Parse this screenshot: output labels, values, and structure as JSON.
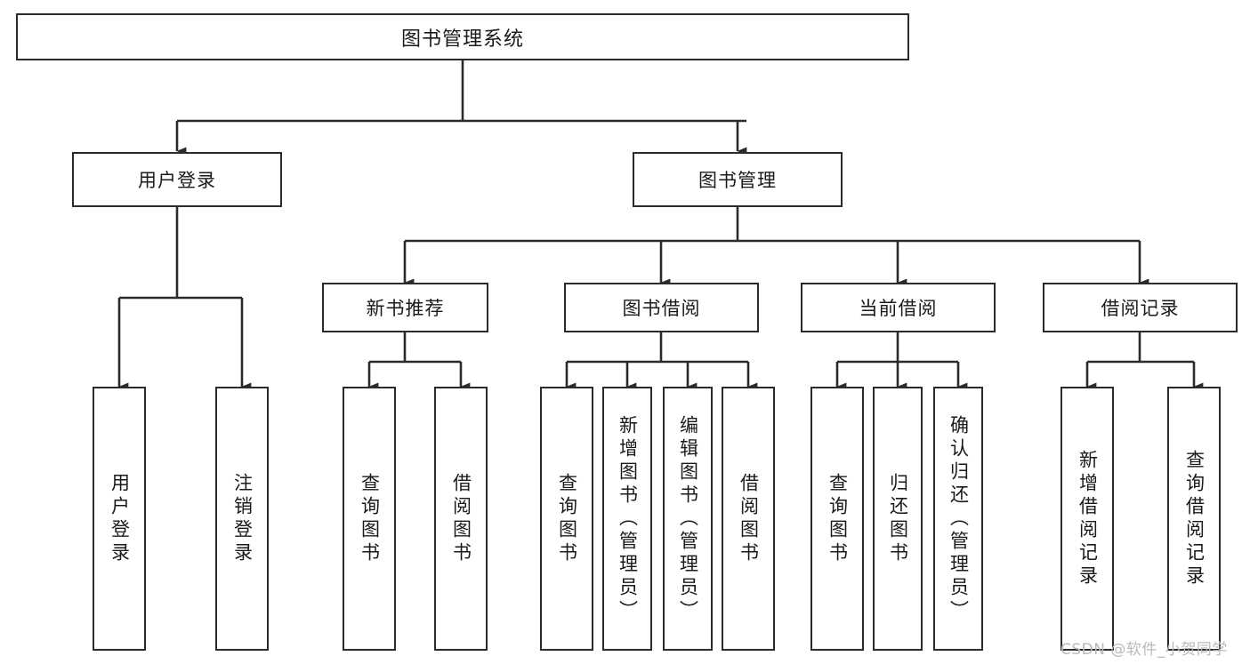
{
  "diagram": {
    "title": "图书管理系统",
    "colors": {
      "box_border": "#2b2b2b",
      "box_fill": "#ffffff",
      "line": "#2b2b2b",
      "text": "#1a1a1a",
      "watermark": "#b9b9b9"
    },
    "root": {
      "id": "root",
      "label": "图书管理系统"
    },
    "level2": [
      {
        "id": "user-login",
        "label": "用户登录"
      },
      {
        "id": "book-manage",
        "label": "图书管理"
      }
    ],
    "level3": [
      {
        "id": "new-book-recommend",
        "label": "新书推荐"
      },
      {
        "id": "book-borrow",
        "label": "图书借阅"
      },
      {
        "id": "current-borrow",
        "label": "当前借阅"
      },
      {
        "id": "borrow-record",
        "label": "借阅记录"
      }
    ],
    "leaves": [
      {
        "id": "leaf-user-login",
        "parent": "user-login",
        "label": "用户登录"
      },
      {
        "id": "leaf-logout-login",
        "parent": "user-login",
        "label": "注销登录"
      },
      {
        "id": "leaf-query-book-1",
        "parent": "new-book-recommend",
        "label": "查询图书"
      },
      {
        "id": "leaf-borrow-book-1",
        "parent": "new-book-recommend",
        "label": "借阅图书"
      },
      {
        "id": "leaf-query-book-2",
        "parent": "book-borrow",
        "label": "查询图书"
      },
      {
        "id": "leaf-add-book",
        "parent": "book-borrow",
        "label": "新增图书（管理员）"
      },
      {
        "id": "leaf-edit-book",
        "parent": "book-borrow",
        "label": "编辑图书（管理员）"
      },
      {
        "id": "leaf-borrow-book-2",
        "parent": "book-borrow",
        "label": "借阅图书"
      },
      {
        "id": "leaf-query-book-3",
        "parent": "current-borrow",
        "label": "查询图书"
      },
      {
        "id": "leaf-return-book",
        "parent": "current-borrow",
        "label": "归还图书"
      },
      {
        "id": "leaf-confirm-return",
        "parent": "current-borrow",
        "label": "确认归还（管理员）"
      },
      {
        "id": "leaf-add-record",
        "parent": "borrow-record",
        "label": "新增借阅记录"
      },
      {
        "id": "leaf-query-record",
        "parent": "borrow-record",
        "label": "查询借阅记录"
      }
    ],
    "watermark": "CSDN @软件_小贺同学"
  }
}
